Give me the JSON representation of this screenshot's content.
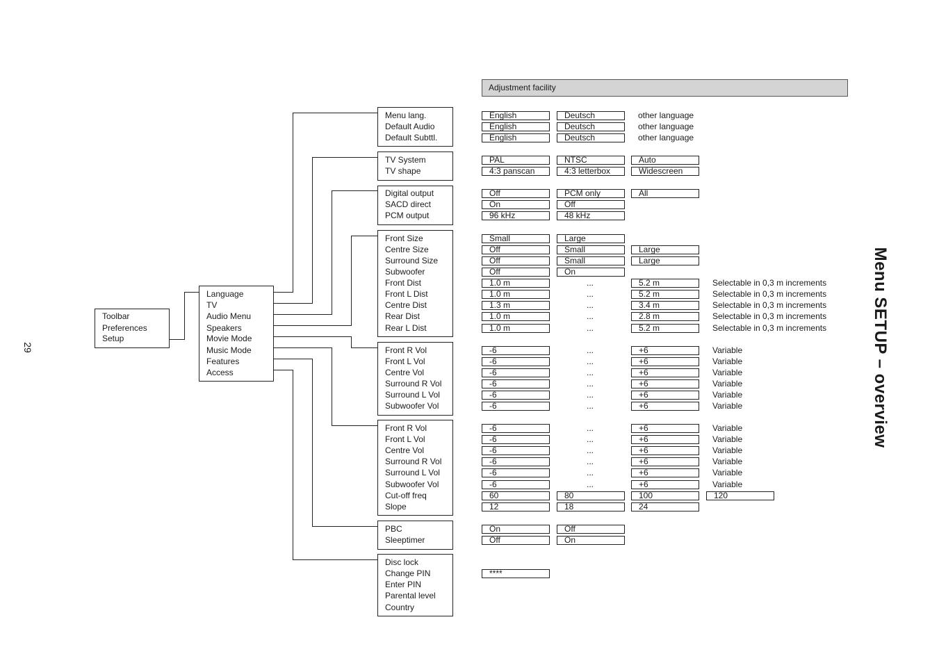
{
  "page_title": "Menu SETUP – overview",
  "page_number": "29",
  "adjustment_header": "Adjustment facility",
  "toolbar_menu": [
    "Toolbar",
    "Preferences",
    "Setup"
  ],
  "setup_menu": [
    "Language",
    "TV",
    "Audio Menu",
    "Speakers",
    "Movie Mode",
    "Music Mode",
    "Features",
    "Access"
  ],
  "groups": [
    {
      "name": "language",
      "rows": [
        {
          "label": "Menu lang.",
          "options": [
            "English",
            "Deutsch",
            "",
            ""
          ],
          "note": "other language"
        },
        {
          "label": "Default Audio",
          "options": [
            "English",
            "Deutsch",
            "",
            ""
          ],
          "note": "other language"
        },
        {
          "label": "Default Subttl.",
          "options": [
            "English",
            "Deutsch",
            "",
            ""
          ],
          "note": "other language"
        }
      ]
    },
    {
      "name": "tv",
      "rows": [
        {
          "label": "TV System",
          "options": [
            "PAL",
            "NTSC",
            "Auto",
            ""
          ],
          "note": ""
        },
        {
          "label": "TV shape",
          "options": [
            "4:3 panscan",
            "4:3 letterbox",
            "Widescreen",
            ""
          ],
          "note": ""
        }
      ]
    },
    {
      "name": "audio-menu",
      "rows": [
        {
          "label": "Digital output",
          "options": [
            "Off",
            "PCM only",
            "All",
            ""
          ],
          "note": ""
        },
        {
          "label": "SACD direct",
          "options": [
            "On",
            "Off",
            "",
            ""
          ],
          "note": ""
        },
        {
          "label": "PCM output",
          "options": [
            "96 kHz",
            "48 kHz",
            "",
            ""
          ],
          "note": ""
        }
      ]
    },
    {
      "name": "speakers",
      "rows": [
        {
          "label": "Front Size",
          "options": [
            "Small",
            "Large",
            "",
            ""
          ],
          "note": ""
        },
        {
          "label": "Centre Size",
          "options": [
            "Off",
            "Small",
            "Large",
            ""
          ],
          "note": ""
        },
        {
          "label": "Surround Size",
          "options": [
            "Off",
            "Small",
            "Large",
            ""
          ],
          "note": ""
        },
        {
          "label": "Subwoofer",
          "options": [
            "Off",
            "On",
            "",
            ""
          ],
          "note": ""
        },
        {
          "label": "Front Dist",
          "options": [
            "1.0 m",
            "...",
            "5.2 m",
            ""
          ],
          "note": "Selectable in 0,3 m increments"
        },
        {
          "label": "Front L Dist",
          "options": [
            "1.0 m",
            "...",
            "5.2 m",
            ""
          ],
          "note": "Selectable in 0,3 m increments"
        },
        {
          "label": "Centre Dist",
          "options": [
            "1.3 m",
            "...",
            "3.4 m",
            ""
          ],
          "note": "Selectable in 0,3 m increments"
        },
        {
          "label": "Rear Dist",
          "options": [
            "1.0 m",
            "...",
            "2.8 m",
            ""
          ],
          "note": "Selectable in 0,3 m increments"
        },
        {
          "label": "Rear L Dist",
          "options": [
            "1.0 m",
            "...",
            "5.2 m",
            ""
          ],
          "note": "Selectable in 0,3 m increments"
        }
      ]
    },
    {
      "name": "movie-mode",
      "rows": [
        {
          "label": "Front R Vol",
          "options": [
            "-6",
            "...",
            "+6",
            ""
          ],
          "note": "Variable"
        },
        {
          "label": "Front L Vol",
          "options": [
            "-6",
            "...",
            "+6",
            ""
          ],
          "note": "Variable"
        },
        {
          "label": "Centre Vol",
          "options": [
            "-6",
            "...",
            "+6",
            ""
          ],
          "note": "Variable"
        },
        {
          "label": "Surround R Vol",
          "options": [
            "-6",
            "...",
            "+6",
            ""
          ],
          "note": "Variable"
        },
        {
          "label": "Surround L Vol",
          "options": [
            "-6",
            "...",
            "+6",
            ""
          ],
          "note": "Variable"
        },
        {
          "label": "Subwoofer Vol",
          "options": [
            "-6",
            "...",
            "+6",
            ""
          ],
          "note": "Variable"
        }
      ]
    },
    {
      "name": "music-mode",
      "rows": [
        {
          "label": "Front R Vol",
          "options": [
            "-6",
            "...",
            "+6",
            ""
          ],
          "note": "Variable"
        },
        {
          "label": "Front L Vol",
          "options": [
            "-6",
            "...",
            "+6",
            ""
          ],
          "note": "Variable"
        },
        {
          "label": "Centre Vol",
          "options": [
            "-6",
            "...",
            "+6",
            ""
          ],
          "note": "Variable"
        },
        {
          "label": "Surround R Vol",
          "options": [
            "-6",
            "...",
            "+6",
            ""
          ],
          "note": "Variable"
        },
        {
          "label": "Surround L Vol",
          "options": [
            "-6",
            "...",
            "+6",
            ""
          ],
          "note": "Variable"
        },
        {
          "label": "Subwoofer Vol",
          "options": [
            "-6",
            "...",
            "+6",
            ""
          ],
          "note": "Variable"
        },
        {
          "label": "Cut-off freq",
          "options": [
            "60",
            "80",
            "100",
            "120"
          ],
          "note": ""
        },
        {
          "label": "Slope",
          "options": [
            "12",
            "18",
            "24",
            ""
          ],
          "note": ""
        }
      ]
    },
    {
      "name": "features",
      "rows": [
        {
          "label": "PBC",
          "options": [
            "On",
            "Off",
            "",
            ""
          ],
          "note": ""
        },
        {
          "label": "Sleeptimer",
          "options": [
            "Off",
            "On",
            "",
            ""
          ],
          "note": ""
        }
      ]
    },
    {
      "name": "access",
      "rows": [
        {
          "label": "Disc lock",
          "options": [
            "",
            "",
            "",
            ""
          ],
          "note": ""
        },
        {
          "label": "Change PIN",
          "options": [
            "****",
            "",
            "",
            ""
          ],
          "note": ""
        },
        {
          "label": "Enter PIN",
          "options": [
            "",
            "",
            "",
            ""
          ],
          "note": ""
        },
        {
          "label": "Parental level",
          "options": [
            "",
            "",
            "",
            ""
          ],
          "note": ""
        },
        {
          "label": "Country",
          "options": [
            "",
            "",
            "",
            ""
          ],
          "note": ""
        }
      ]
    }
  ]
}
